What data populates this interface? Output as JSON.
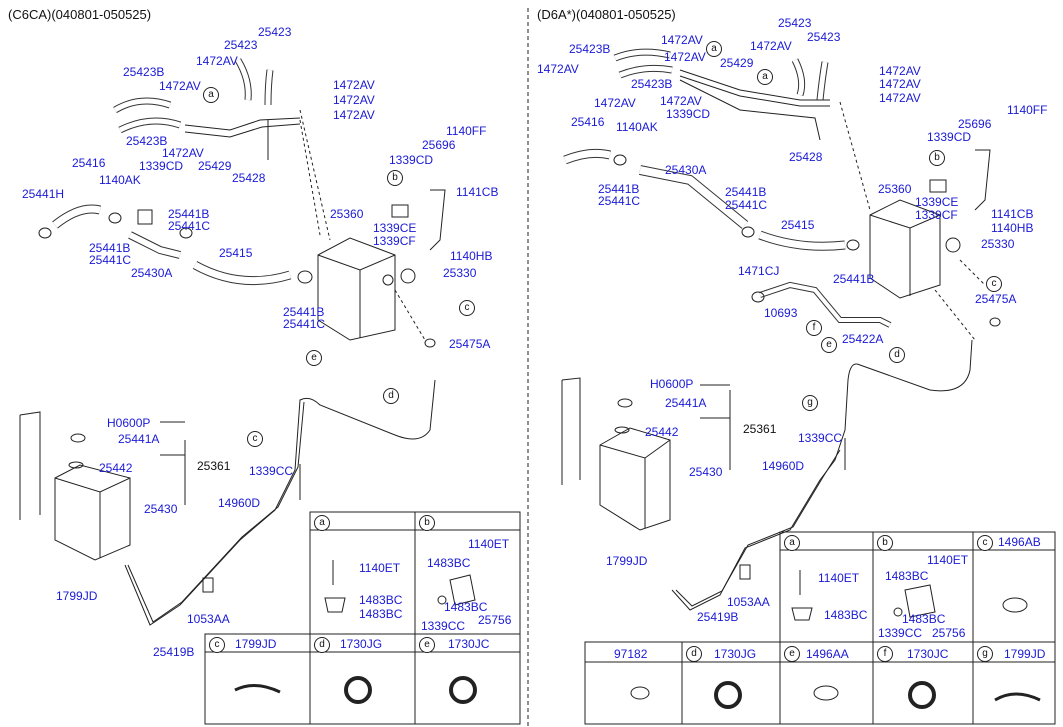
{
  "colors": {
    "label": "#1a1ad6",
    "line": "#222222",
    "background": "#ffffff"
  },
  "titles": {
    "left": "(C6CA)(040801-050525)",
    "right": "(D6A*)(040801-050525)"
  },
  "callouts": {
    "a": "a",
    "b": "b",
    "c": "c",
    "d": "d",
    "e": "e",
    "f": "f",
    "g": "g"
  },
  "left_labels": {
    "p25423a": "25423",
    "p25423b": "25423",
    "p1472av_1": "1472AV",
    "p25423b_1": "25423B",
    "p1472av_2": "1472AV",
    "p1472av_3": "1472AV",
    "p1472av_4": "1472AV",
    "p1472av_5": "1472AV",
    "p25423b_2": "25423B",
    "p1472av_6": "1472AV",
    "p25429": "25429",
    "p25428": "25428",
    "p25416": "25416",
    "p1339cd": "1339CD",
    "p1140ak": "1140AK",
    "p25441h": "25441H",
    "p25441b_1": "25441B",
    "p25441c_1": "25441C",
    "p25441b_2": "25441B",
    "p25441c_2": "25441C",
    "p25430a": "25430A",
    "p25415": "25415",
    "p25441b_3": "25441B",
    "p25441c_3": "25441C",
    "p1140ff": "1140FF",
    "p25696": "25696",
    "p1339cd_2": "1339CD",
    "p1141cb": "1141CB",
    "p25360": "25360",
    "p1339ce": "1339CE",
    "p1339cf": "1339CF",
    "p1140hb": "1140HB",
    "p25330": "25330",
    "p25475a": "25475A",
    "ph0600p": "H0600P",
    "p25441a": "25441A",
    "p25442": "25442",
    "p25361": "25361",
    "p25430": "25430",
    "p1339cc": "1339CC",
    "p14960d": "14960D",
    "p1799jd": "1799JD",
    "p1053aa": "1053AA",
    "p25419b": "25419B"
  },
  "left_table": {
    "a_label": "a",
    "b_label": "b",
    "a_1140et": "1140ET",
    "a_1483bc_1": "1483BC",
    "a_1483bc_2": "1483BC",
    "b_1140et": "1140ET",
    "b_1483bc_1": "1483BC",
    "b_1483bc_2": "1483BC",
    "b_1339cc": "1339CC",
    "b_25756": "25756",
    "c_label": "c",
    "c_part": "1799JD",
    "d_label": "d",
    "d_part": "1730JG",
    "e_label": "e",
    "e_part": "1730JC"
  },
  "right_labels": {
    "p25423a": "25423",
    "p25423b": "25423",
    "p25423b_1": "25423B",
    "p1472av_1": "1472AV",
    "p1472av_2": "1472AV",
    "p1472av_3": "1472AV",
    "p1472av_4": "1472AV",
    "p25423b_2": "25423B",
    "p1472av_5": "1472AV",
    "p25429": "25429",
    "p1472av_6": "1472AV",
    "p1472av_7": "1472AV",
    "p1472av_8": "1472AV",
    "p1472av_9": "1472AV",
    "p1339cd": "1339CD",
    "p1140ak": "1140AK",
    "p25416": "25416",
    "p25428": "25428",
    "p25441b_1": "25441B",
    "p25441c_1": "25441C",
    "p25430a": "25430A",
    "p25441b_2": "25441B",
    "p25441c_2": "25441C",
    "p25415": "25415",
    "p1140ff": "1140FF",
    "p25696": "25696",
    "p1339cd_2": "1339CD",
    "p25360": "25360",
    "p1339ce": "1339CE",
    "p1339cf": "1339CF",
    "p1141cb": "1141CB",
    "p1140hb": "1140HB",
    "p25330": "25330",
    "p1471cj": "1471CJ",
    "p25441b_3": "25441B",
    "p10693": "10693",
    "p25422a": "25422A",
    "p25475a": "25475A",
    "ph0600p": "H0600P",
    "p25441a": "25441A",
    "p25442": "25442",
    "p25361": "25361",
    "p25430": "25430",
    "p1339cc": "1339CC",
    "p14960d": "14960D",
    "p1799jd": "1799JD",
    "p1053aa": "1053AA",
    "p25419b": "25419B"
  },
  "right_table": {
    "a_label": "a",
    "b_label": "b",
    "c_label": "c",
    "c_part": "1496AB",
    "a_1140et": "1140ET",
    "a_1483bc": "1483BC",
    "b_1140et": "1140ET",
    "b_1483bc_1": "1483BC",
    "b_1483bc_2": "1483BC",
    "b_1339cc": "1339CC",
    "b_25756": "25756",
    "r2_97182": "97182",
    "d_label": "d",
    "d_part": "1730JG",
    "e_label": "e",
    "e_part": "1496AA",
    "f_label": "f",
    "f_part": "1730JC",
    "g_label": "g",
    "g_part": "1799JD"
  }
}
